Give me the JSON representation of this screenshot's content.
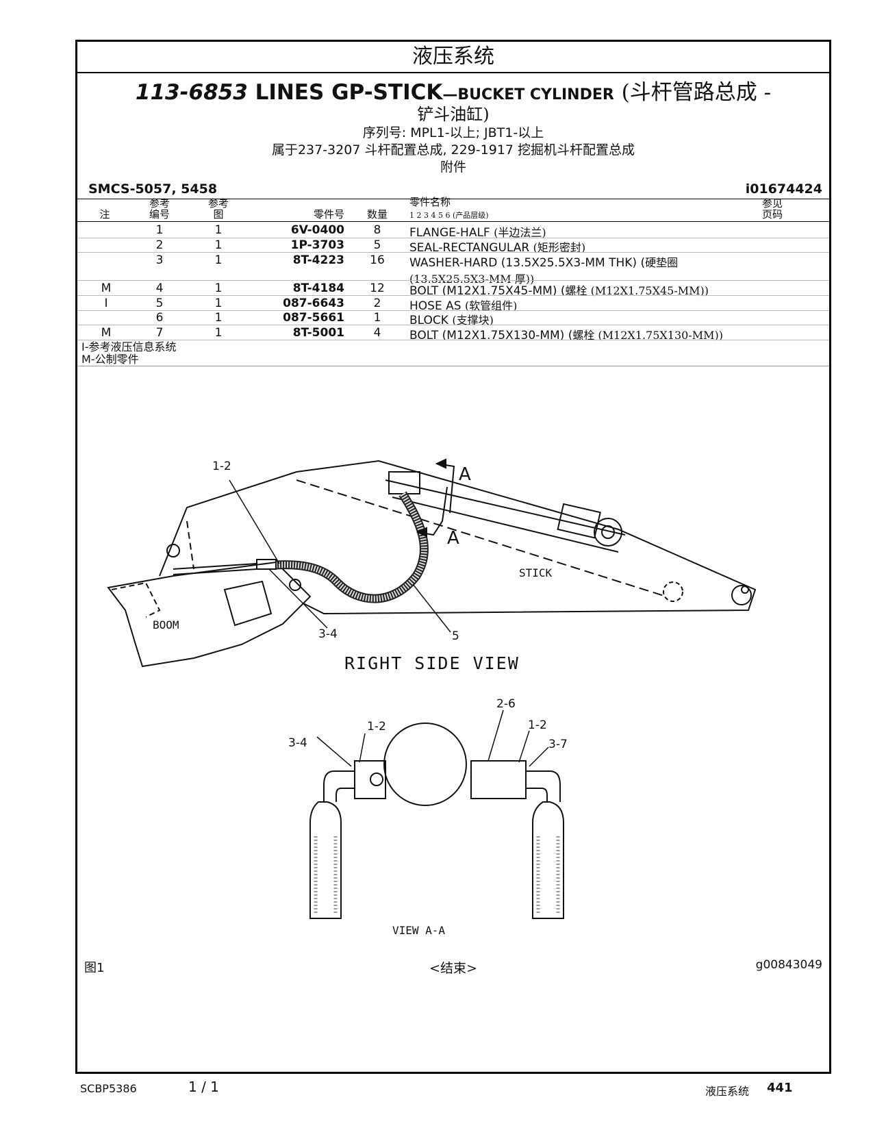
{
  "section_title": "液压系统",
  "title": {
    "part_number": "113-6853",
    "name_en": "LINES GP-STICK",
    "name_en_small": "—BUCKET CYLINDER",
    "name_cn_line1": "(斗杆管路总成 -",
    "name_cn_line2": "铲斗油缸)"
  },
  "serial_line": "序列号: MPL1-以上; JBT1-以上",
  "used_in_line": "属于237-3207 斗杆配置总成, 229-1917 挖掘机斗杆配置总成",
  "attachment_line": "附件",
  "smcs": "SMCS-5057, 5458",
  "illustration_id": "i01674424",
  "columns": {
    "note": "注",
    "item": "参考\n编号",
    "fig": "参考\n图",
    "part_no": "零件号",
    "qty": "数量",
    "desc": "零件名称",
    "desc_levels": "1 2 3 4 5 6 (产品层级)",
    "ref_page": "参见\n页码"
  },
  "parts": [
    {
      "note": "",
      "item": "1",
      "fig": "1",
      "part": "6V-0400",
      "qty": "8",
      "desc_en": "FLANGE-HALF",
      "desc_cn": "(半边法兰)",
      "desc2": ""
    },
    {
      "note": "",
      "item": "2",
      "fig": "1",
      "part": "1P-3703",
      "qty": "5",
      "desc_en": "SEAL-RECTANGULAR",
      "desc_cn": "(矩形密封)",
      "desc2": ""
    },
    {
      "note": "",
      "item": "3",
      "fig": "1",
      "part": "8T-4223",
      "qty": "16",
      "desc_en": "WASHER-HARD (13.5X25.5X3-MM THK) (",
      "desc_cn": "硬垫圈",
      "desc2": "(13.5X25.5X3-MM 厚))"
    },
    {
      "note": "M",
      "item": "4",
      "fig": "1",
      "part": "8T-4184",
      "qty": "12",
      "desc_en": "BOLT (M12X1.75X45-MM) (",
      "desc_cn": "螺栓 (M12X1.75X45-MM))",
      "desc2": ""
    },
    {
      "note": "I",
      "item": "5",
      "fig": "1",
      "part": "087-6643",
      "qty": "2",
      "desc_en": "HOSE AS",
      "desc_cn": "(软管组件)",
      "desc2": ""
    },
    {
      "note": "",
      "item": "6",
      "fig": "1",
      "part": "087-5661",
      "qty": "1",
      "desc_en": "BLOCK",
      "desc_cn": "(支撑块)",
      "desc2": ""
    },
    {
      "note": "M",
      "item": "7",
      "fig": "1",
      "part": "8T-5001",
      "qty": "4",
      "desc_en": "BOLT (M12X1.75X130-MM) (",
      "desc_cn": "螺栓 (M12X1.75X130-MM))",
      "desc2": ""
    }
  ],
  "legend": [
    "I-参考液压信息系统",
    "M-公制零件"
  ],
  "drawing": {
    "callouts": [
      "1-2",
      "3-4",
      "5",
      "A",
      "A"
    ],
    "labels": {
      "stick": "STICK",
      "boom": "BOOM",
      "right_side_view": "RIGHT SIDE VIEW",
      "view_aa": "VIEW A-A"
    },
    "view_callouts": [
      "3-4",
      "1-2",
      "2-6",
      "1-2",
      "3-7"
    ]
  },
  "figure_label": "图1",
  "end_mark": "<结束>",
  "graphic_id": "g00843049",
  "footer": {
    "doc": "SCBP5386",
    "pages": "1 / 1",
    "section": "液压系统",
    "page": "441"
  }
}
